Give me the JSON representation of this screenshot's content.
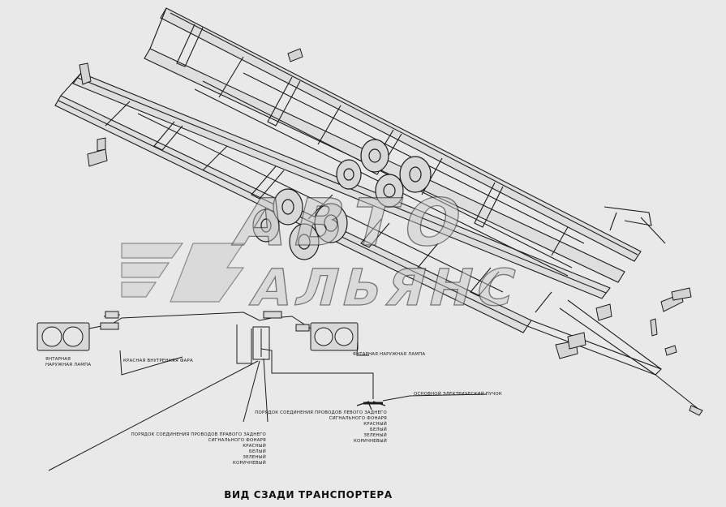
{
  "title": "ВИД СЗАДИ ТРАНСПОРТЕРА",
  "watermark": {
    "line1": "АВТО",
    "line2": "АЛЬЯНС"
  },
  "labels": {
    "amber_lamp_left": [
      "ЯНТАРНАЯ",
      "НАРУЖНАЯ ЛАМПА"
    ],
    "red_inner_lamp": "КРАСНАЯ ВНУТРЕННЯЯ ФАРА",
    "amber_lamp_right": "ЯНТАРНАЯ НАРУЖНАЯ ЛАМПА",
    "main_harness": "ОСНОВНОЙ ЭЛЕКТРИЧЕСКИЙ ПУЧОК",
    "left_lamp_order": [
      "ПОРЯДОК СОЕДИНЕНИЯ ПРОВОДОВ ЛЕВОГО ЗАДНЕГО",
      "СИГНАЛЬНОГО ФОНАРЯ",
      "КРАСНЫЙ",
      "БЕЛЫЙ",
      "ЗЕЛЕНЫЙ",
      "КОРИЧНЕВЫЙ"
    ],
    "right_lamp_order": [
      "ПОРЯДОК СОЕДИНЕНИЯ ПРОВОДОВ ПРАВОГО ЗАДНЕГО",
      "СИГНАЛЬНОГО ФОНАРЯ",
      "КРАСНЫЙ",
      "БЕЛЫЙ",
      "ЗЕЛЕНЫЙ",
      "КОРИЧНЕВЫЙ"
    ]
  },
  "colors": {
    "background": "#e9e9e9",
    "line": "#1c1c1c",
    "watermark": "#c8c8c8"
  }
}
